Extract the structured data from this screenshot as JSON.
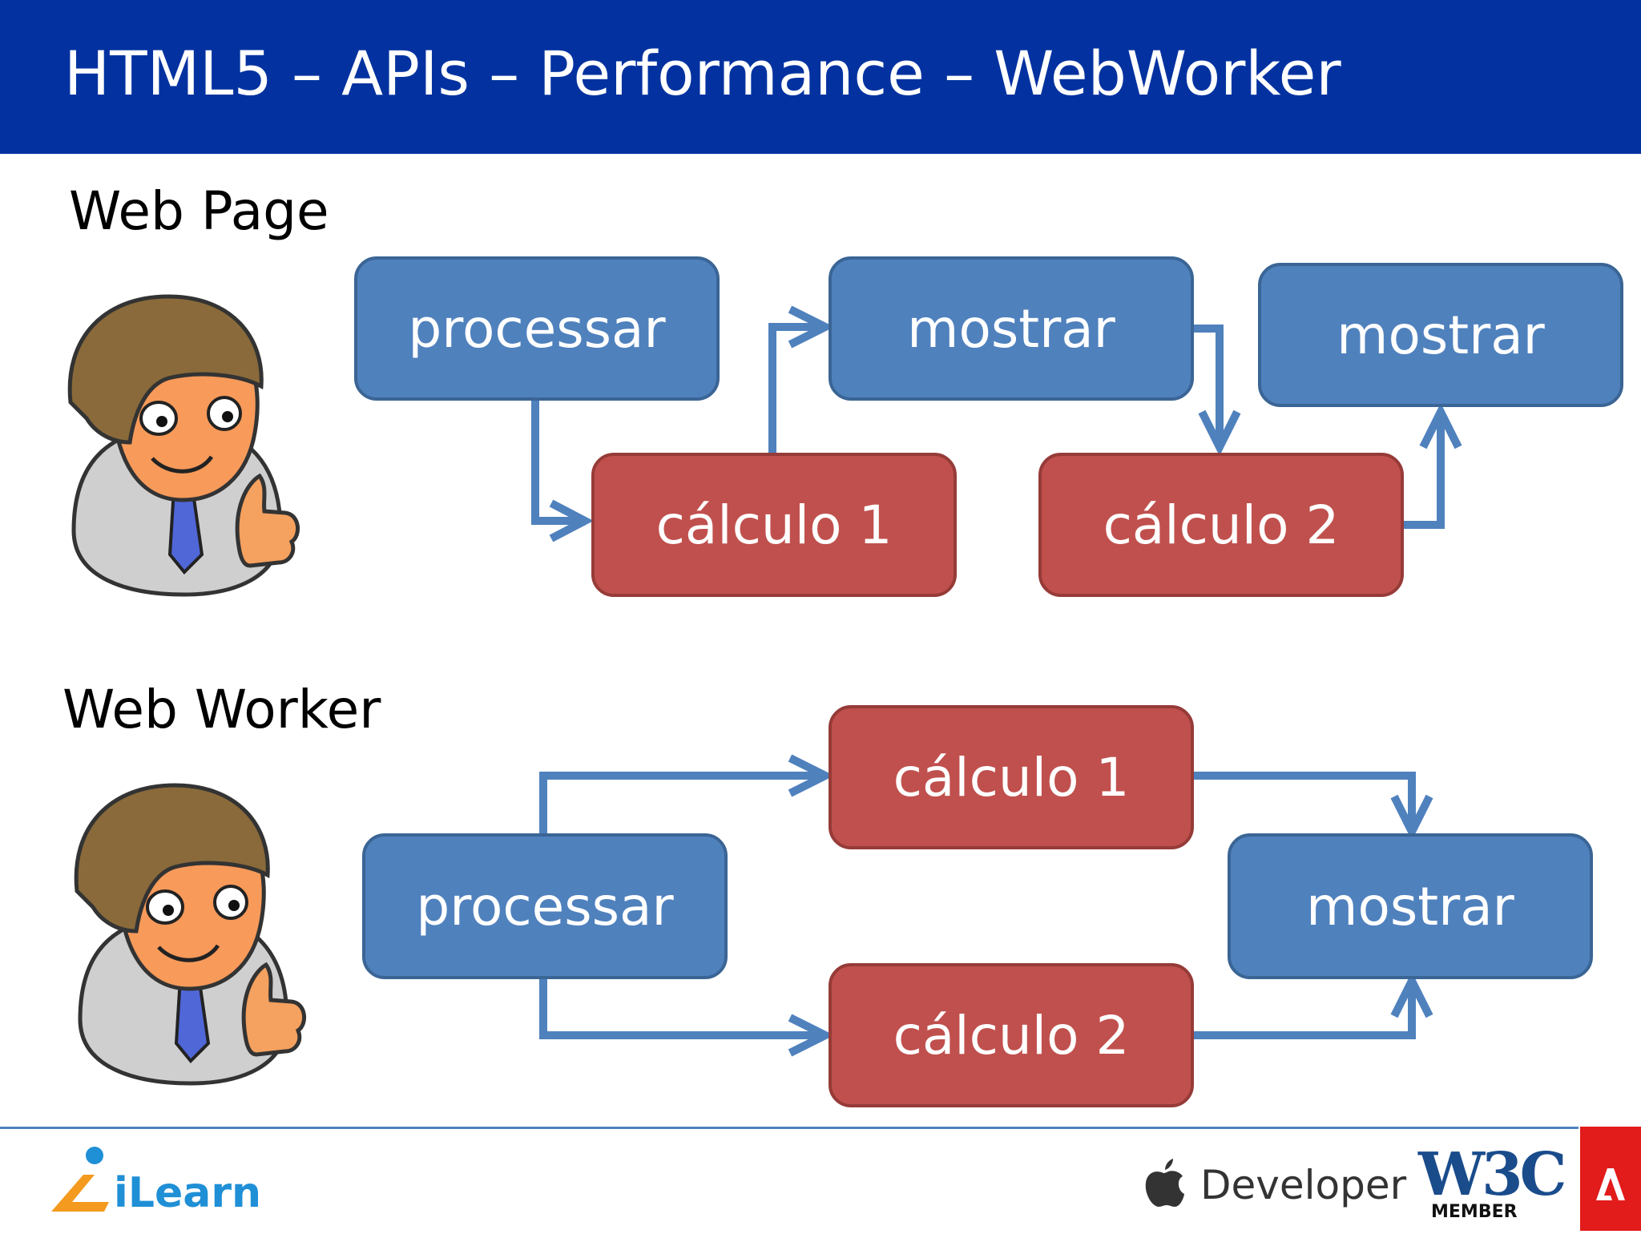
{
  "slide": {
    "title": "HTML5 – APIs – Performance – WebWorker"
  },
  "web_page": {
    "label": "Web Page",
    "nodes": {
      "processar": "processar",
      "calculo1": "cálculo 1",
      "mostrar1": "mostrar",
      "calculo2": "cálculo 2",
      "mostrar2": "mostrar"
    }
  },
  "web_worker": {
    "label": "Web Worker",
    "nodes": {
      "processar": "processar",
      "calculo1": "cálculo 1",
      "calculo2": "cálculo 2",
      "mostrar": "mostrar"
    }
  },
  "footer": {
    "ilearn": "iLearn",
    "developer": "Developer",
    "w3c": "W3C",
    "w3c_member": "MEMBER"
  },
  "colors": {
    "title_bar": "#0332a0",
    "process_box": "#4f81bd",
    "calc_box": "#c0504d",
    "arrow": "#4f81bd"
  },
  "icons": [
    "user-avatar-icon",
    "apple-icon",
    "w3c-logo",
    "adobe-logo"
  ]
}
